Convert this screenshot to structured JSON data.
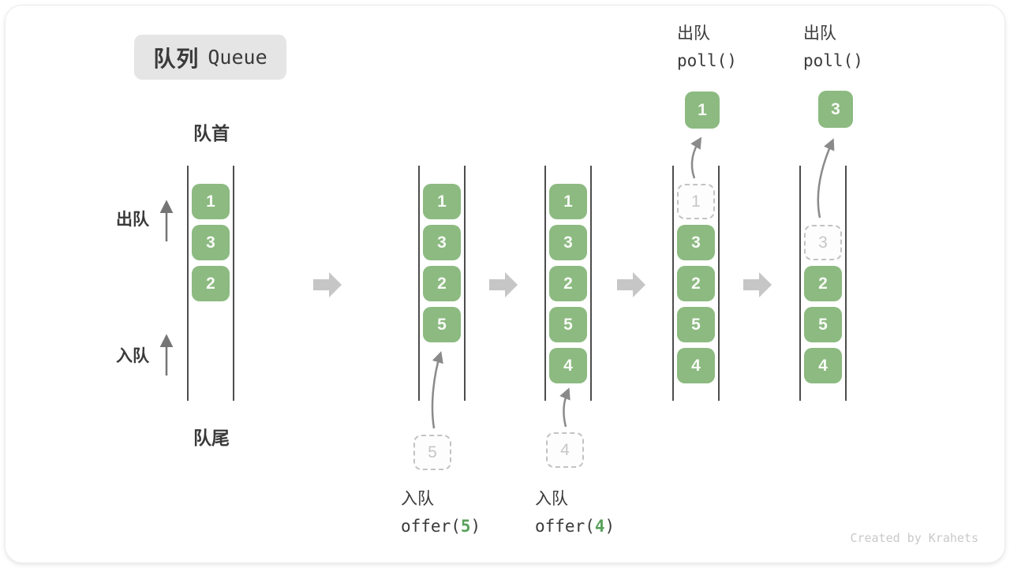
{
  "title": {
    "zh": "队列",
    "en": "Queue"
  },
  "side_labels": {
    "front": "队首",
    "rear": "队尾",
    "dequeue": "出队",
    "enqueue": "入队"
  },
  "watermark": "Created by Krahets",
  "colors": {
    "cell_green": "#8CBA81",
    "cell_text": "#F8FBF6",
    "code_accent_green": "#58A15A",
    "ghost_border_gray": "#C3C3C3",
    "curved_arrow_gray": "#8A8A8A",
    "side_arrow_gray": "#757575",
    "block_arrow_gray": "#C6C6C6",
    "channel_line_gray": "#4D4D4D",
    "text_dark": "#3A3A3A",
    "badge_bg": "#E5E5E5"
  },
  "states": [
    {
      "cells": [
        {
          "value": "1",
          "slot": 1,
          "style": "solid"
        },
        {
          "value": "3",
          "slot": 2,
          "style": "solid"
        },
        {
          "value": "2",
          "slot": 3,
          "style": "solid"
        }
      ]
    },
    {
      "cells": [
        {
          "value": "1",
          "slot": 1,
          "style": "solid"
        },
        {
          "value": "3",
          "slot": 2,
          "style": "solid"
        },
        {
          "value": "2",
          "slot": 3,
          "style": "solid"
        },
        {
          "value": "5",
          "slot": 4,
          "style": "solid"
        }
      ],
      "pending": {
        "value": "5"
      },
      "op": {
        "position": "below",
        "action": "入队",
        "code": [
          {
            "text": "offer("
          },
          {
            "text": "5",
            "accent": true
          },
          {
            "text": ")"
          }
        ]
      }
    },
    {
      "cells": [
        {
          "value": "1",
          "slot": 1,
          "style": "solid"
        },
        {
          "value": "3",
          "slot": 2,
          "style": "solid"
        },
        {
          "value": "2",
          "slot": 3,
          "style": "solid"
        },
        {
          "value": "5",
          "slot": 4,
          "style": "solid"
        },
        {
          "value": "4",
          "slot": 5,
          "style": "solid"
        }
      ],
      "pending": {
        "value": "4"
      },
      "op": {
        "position": "below",
        "action": "入队",
        "code": [
          {
            "text": "offer("
          },
          {
            "text": "4",
            "accent": true
          },
          {
            "text": ")"
          }
        ]
      }
    },
    {
      "cells": [
        {
          "value": "1",
          "slot": 1,
          "style": "ghost"
        },
        {
          "value": "3",
          "slot": 2,
          "style": "solid"
        },
        {
          "value": "2",
          "slot": 3,
          "style": "solid"
        },
        {
          "value": "5",
          "slot": 4,
          "style": "solid"
        },
        {
          "value": "4",
          "slot": 5,
          "style": "solid"
        }
      ],
      "popped": {
        "value": "1"
      },
      "op": {
        "position": "above",
        "action": "出队",
        "code": [
          {
            "text": "poll()"
          }
        ]
      }
    },
    {
      "cells": [
        {
          "value": "3",
          "slot": 2,
          "style": "ghost"
        },
        {
          "value": "2",
          "slot": 3,
          "style": "solid"
        },
        {
          "value": "5",
          "slot": 4,
          "style": "solid"
        },
        {
          "value": "4",
          "slot": 5,
          "style": "solid"
        }
      ],
      "popped": {
        "value": "3"
      },
      "op": {
        "position": "above",
        "action": "出队",
        "code": [
          {
            "text": "poll()"
          }
        ]
      }
    }
  ]
}
